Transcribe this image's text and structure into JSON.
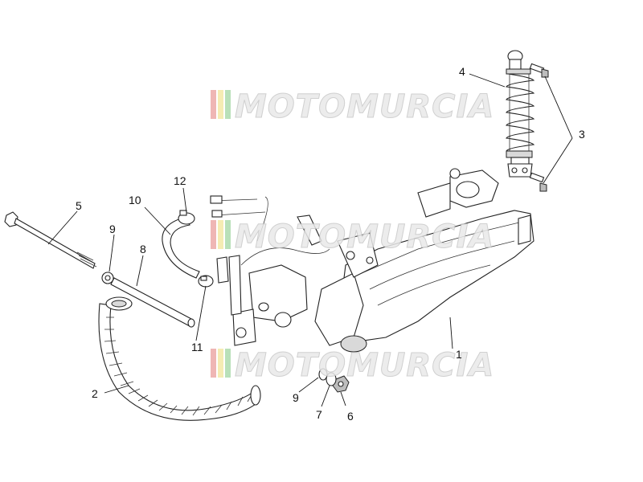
{
  "watermark": {
    "text": "MOTOMURCIA"
  },
  "callouts": {
    "c1": "1",
    "c2": "2",
    "c3": "3",
    "c4": "4",
    "c5": "5",
    "c6": "6",
    "c7": "7",
    "c8": "8",
    "c9a": "9",
    "c9b": "9",
    "c10": "10",
    "c11": "11",
    "c12": "12"
  },
  "colors": {
    "stripe_red": "#d9534f",
    "stripe_yellow": "#e8d44d",
    "stripe_green": "#5cb85c"
  }
}
